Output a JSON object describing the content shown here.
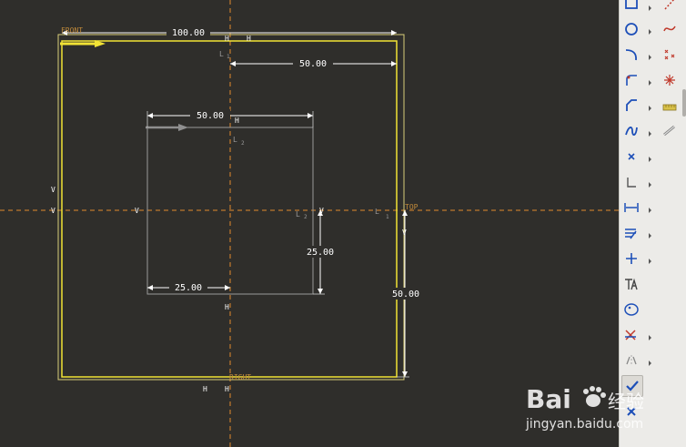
{
  "sketch": {
    "dimensions": {
      "top_width": "100.00",
      "right_half_width": "50.00",
      "inner_width": "50.00",
      "inner_height": "25.00",
      "inner_offset_x": "25.00",
      "right_height": "50.00"
    },
    "references": {
      "front": "FRONT",
      "top": "TOP",
      "right": "RIGHT"
    },
    "constraints": {
      "horizontal": "H",
      "vertical": "V",
      "line_l1": "L",
      "line_l1_sub": "1",
      "line_l2": "L",
      "line_l2_sub": "2"
    }
  },
  "colors": {
    "background": "#2f2e2b",
    "outer_rect": "#f2e335",
    "dimension": "#ffffff",
    "inner_rect": "#9a9a9a",
    "centerline": "#e08a2c",
    "reference": "#c08a3a"
  },
  "toolbar": {
    "tools": [
      {
        "icon": "rectangle-icon"
      },
      {
        "icon": "circle-icon"
      },
      {
        "icon": "arc-icon"
      },
      {
        "icon": "fillet-icon"
      },
      {
        "icon": "chamfer-icon"
      },
      {
        "icon": "spline-icon"
      },
      {
        "icon": "point-icon"
      },
      {
        "icon": "coordinate-system-icon"
      },
      {
        "icon": "dimension-icon"
      },
      {
        "icon": "offset-icon"
      },
      {
        "icon": "centerline-icon"
      },
      {
        "icon": "text-icon"
      },
      {
        "icon": "palette-icon"
      },
      {
        "icon": "trim-icon"
      },
      {
        "icon": "mirror-icon"
      },
      {
        "icon": "accept-icon"
      },
      {
        "icon": "cancel-icon"
      }
    ],
    "side_tools": [
      {
        "icon": "line-icon"
      },
      {
        "icon": "spline-curve-icon"
      },
      {
        "icon": "construction-points-icon"
      },
      {
        "icon": "modify-icon"
      },
      {
        "icon": "ruler-icon"
      },
      {
        "icon": "chain-icon"
      }
    ]
  },
  "watermark": {
    "brand": "Bai",
    "brand_suffix": "经验",
    "url": "jingyan.baidu.com"
  }
}
